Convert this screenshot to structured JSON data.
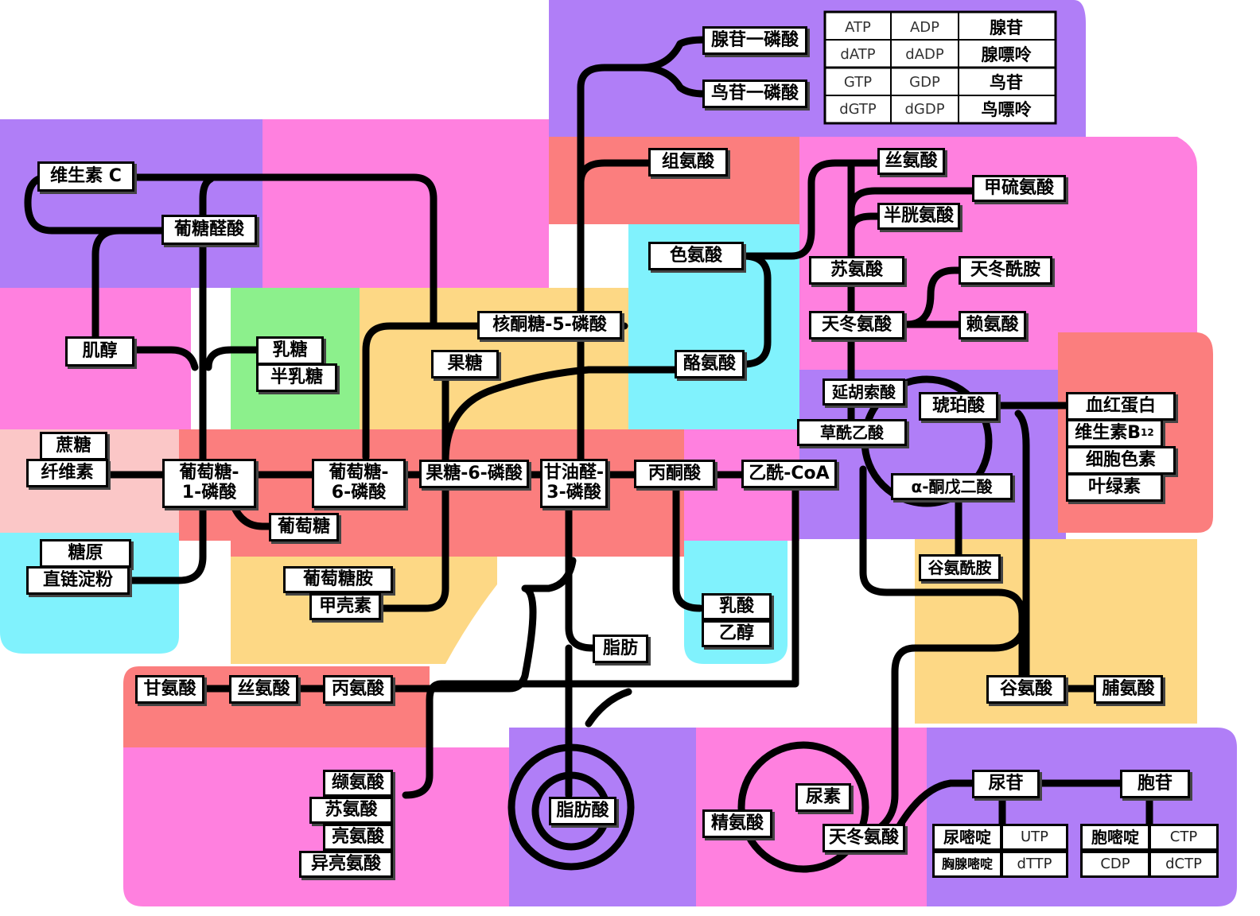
{
  "colors": {
    "purple": "#b07ef7",
    "pink": "#ff80df",
    "salmon": "#fb7e7e",
    "yellow": "#fdd885",
    "cyan": "#80f2fd",
    "green": "#8cf08c",
    "light_pink": "#fbc7c7",
    "line": "#000000"
  },
  "carbohydrates": {
    "vitamin_c": "维生素 C",
    "glucuronic_acid": "葡糖醛酸",
    "inositol": "肌醇",
    "lactose": "乳糖",
    "galactose": "半乳糖",
    "sucrose": "蔗糖",
    "cellulose": "纤维素",
    "glycogen": "糖原",
    "amylose": "直链淀粉",
    "glucose_1p": [
      "葡萄糖-",
      "1-磷酸"
    ],
    "glucose_6p": [
      "葡萄糖-",
      "6-磷酸"
    ],
    "glucose": "葡萄糖",
    "ribulose_5p": "核酮糖-5-磷酸",
    "fructose": "果糖",
    "fructose_6p": "果糖-6-磷酸",
    "glucosamine": "葡萄糖胺",
    "chitin": "甲壳素",
    "g3p": [
      "甘油醛-",
      "3-磷酸"
    ],
    "pyruvate": "丙酮酸",
    "acetyl_coa": "乙酰-CoA",
    "lactate": "乳酸",
    "ethanol": "乙醇"
  },
  "nucleotides": {
    "amp": "腺苷一磷酸",
    "gmp": "鸟苷一磷酸",
    "table": [
      [
        "ATP",
        "ADP",
        "腺苷"
      ],
      [
        "dATP",
        "dADP",
        "腺嘌呤"
      ],
      [
        "GTP",
        "GDP",
        "鸟苷"
      ],
      [
        "dGTP",
        "dGDP",
        "鸟嘌呤"
      ]
    ],
    "uridine": "尿苷",
    "cytidine": "胞苷",
    "uracil": "尿嘧啶",
    "thymine": "胸腺嘧啶",
    "utp": "UTP",
    "dttp": "dTTP",
    "cytosine": "胞嘧啶",
    "ctp": "CTP",
    "cdp": "CDP",
    "dctp": "dCTP"
  },
  "amino_acids": {
    "histidine": "组氨酸",
    "tryptophan": "色氨酸",
    "tyrosine": "酪氨酸",
    "serine_top": "丝氨酸",
    "methionine": "甲硫氨酸",
    "cysteine": "半胱氨酸",
    "threonine_top": "苏氨酸",
    "asparagine": "天冬酰胺",
    "aspartate_top": "天冬氨酸",
    "lysine": "赖氨酸",
    "fumarate": "延胡索酸",
    "succinate": "琥珀酸",
    "oxaloacetate": "草酰乙酸",
    "akg": "α-酮戊二酸",
    "glutamine": "谷氨酰胺",
    "glutamate": "谷氨酸",
    "proline": "脯氨酸",
    "glycine": "甘氨酸",
    "serine_bottom": "丝氨酸",
    "alanine": "丙氨酸",
    "valine": "缬氨酸",
    "threonine_bottom": "苏氨酸",
    "leucine": "亮氨酸",
    "isoleucine": "异亮氨酸",
    "arginine": "精氨酸",
    "urea": "尿素",
    "aspartate_bottom": "天冬氨酸"
  },
  "lipids": {
    "fat": "脂肪",
    "fatty_acid": "脂肪酸"
  },
  "porphyrins": {
    "hemoglobin": "血红蛋白",
    "vitamin_b12": "维生素B",
    "vitamin_b12_sub": "12",
    "cytochrome": "细胞色素",
    "chlorophyll": "叶绿素"
  }
}
